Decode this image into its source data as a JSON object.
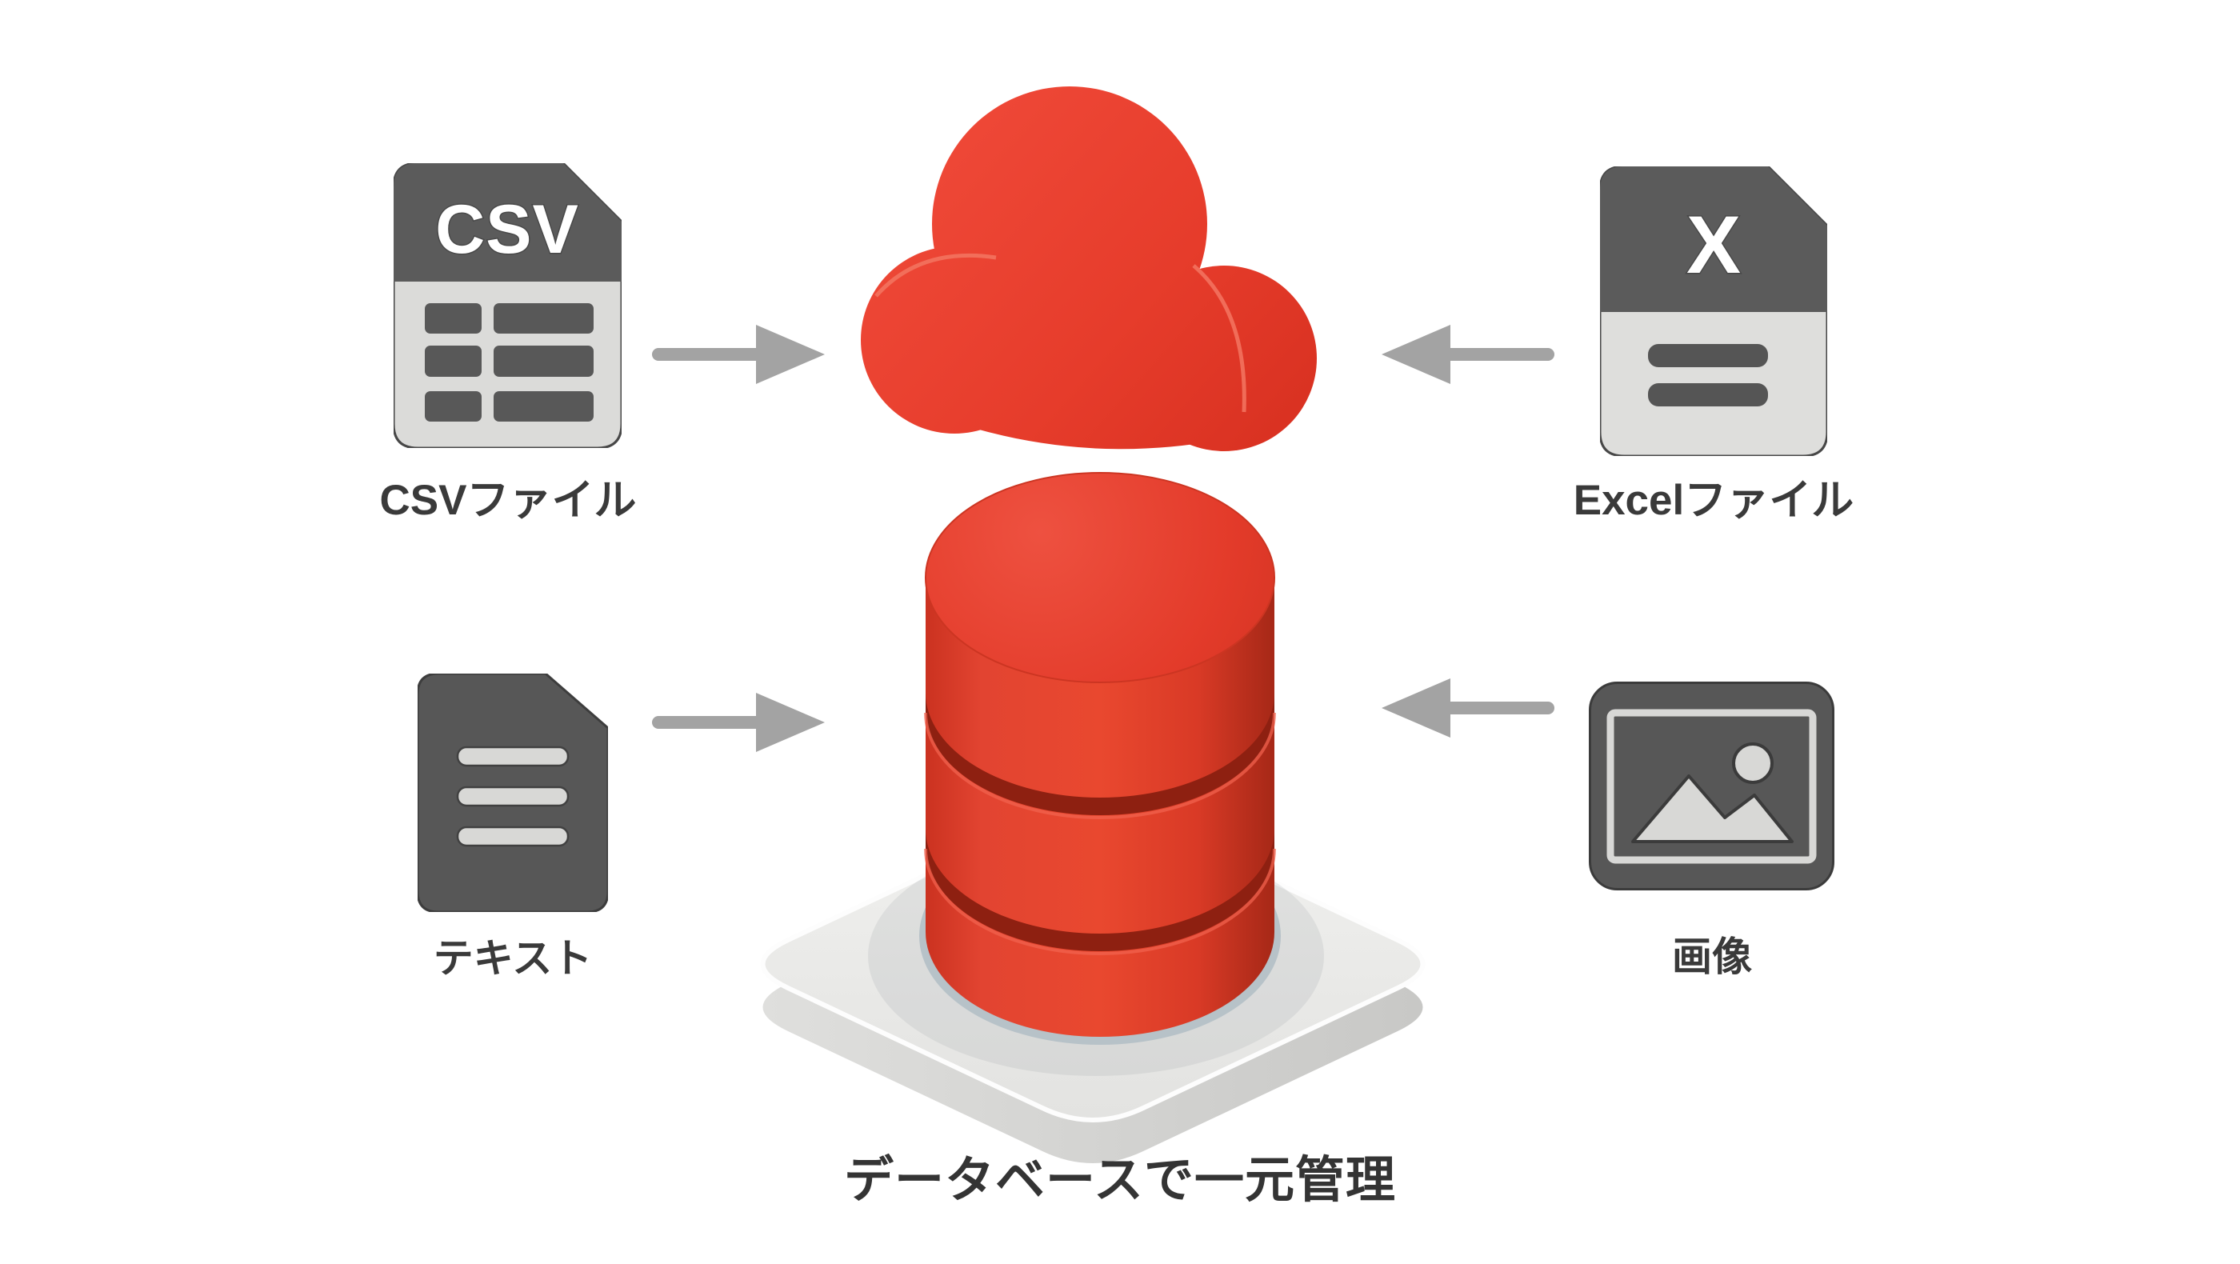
{
  "diagram": {
    "title": "データベースで一元管理",
    "sources": [
      {
        "id": "csv",
        "label": "CSVファイル",
        "badge": "CSV",
        "icon": "csv-file-icon"
      },
      {
        "id": "excel",
        "label": "Excelファイル",
        "badge": "X",
        "icon": "excel-file-icon"
      },
      {
        "id": "text",
        "label": "テキスト",
        "icon": "text-document-icon"
      },
      {
        "id": "image",
        "label": "画像",
        "icon": "image-icon"
      }
    ],
    "center": {
      "icons": [
        "cloud-icon",
        "database-icon",
        "platform-icon"
      ]
    },
    "colors": {
      "accent_red": "#E33B2A",
      "groove_red": "#8E2011",
      "icon_dark_gray": "#5A5A5A",
      "icon_light_gray": "#DCDCDA",
      "arrow_gray": "#A3A3A3",
      "platform_gray": "#ECECEA",
      "label_text": "#3A3A3A",
      "background": "#FFFFFF"
    }
  }
}
